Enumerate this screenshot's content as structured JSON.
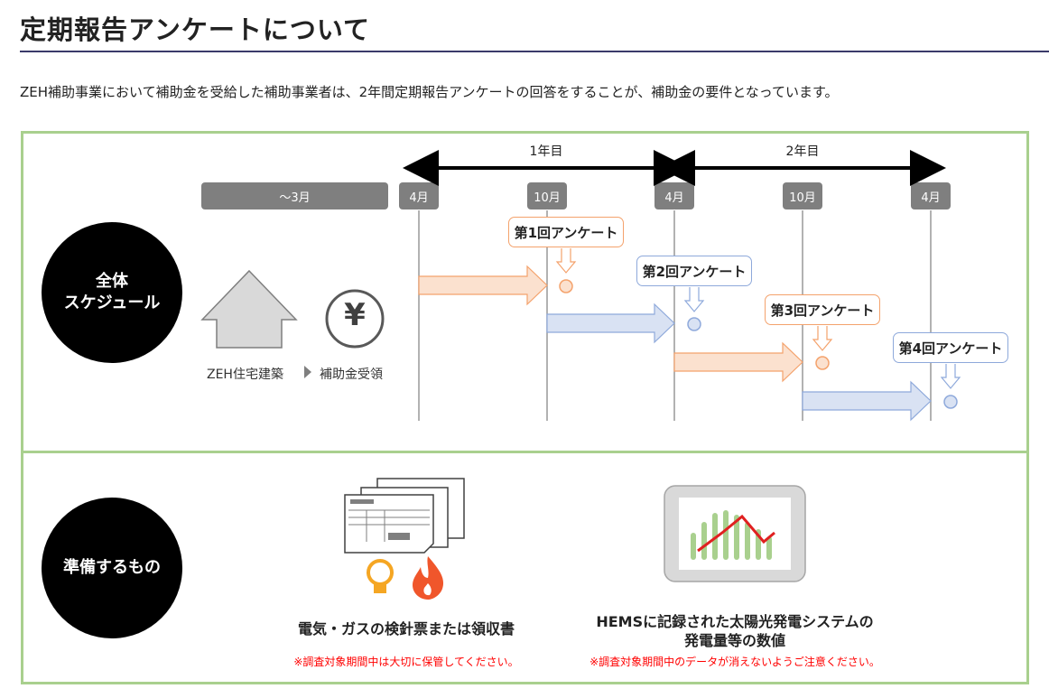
{
  "page": {
    "title": "定期報告アンケートについて",
    "intro": "ZEH補助事業において補助金を受給した補助事業者は、2年間定期報告アンケートの回答をすることが、補助金の要件となっています。"
  },
  "schedule": {
    "section_label": "全体\nスケジュール",
    "pre_period_label": "～3月",
    "years": [
      "1年目",
      "2年目"
    ],
    "months": [
      "4月",
      "10月",
      "4月",
      "10月",
      "4月"
    ],
    "surveys": [
      {
        "label": "第1回アンケート",
        "color": "orange"
      },
      {
        "label": "第2回アンケート",
        "color": "blue"
      },
      {
        "label": "第3回アンケート",
        "color": "orange"
      },
      {
        "label": "第4回アンケート",
        "color": "blue"
      }
    ],
    "steps": [
      "ZEH住宅建築",
      "補助金受領"
    ],
    "yen_symbol": "¥"
  },
  "prepare": {
    "section_label": "準備するもの",
    "items": [
      {
        "title": "電気・ガスの検針票または領収書",
        "note": "※調査対象期間中は大切に保管してください。"
      },
      {
        "title": "HEMSに記録された太陽光発電システムの\n発電量等の数値",
        "note": "※調査対象期間中のデータが消えないようご注意ください。"
      }
    ]
  },
  "colors": {
    "frame": "#a9d08e",
    "orange_fill": "#fbe1cf",
    "orange_stroke": "#f4a26c",
    "blue_fill": "#d9e2f3",
    "blue_stroke": "#8ea9db",
    "pill": "#7f7f7f"
  }
}
